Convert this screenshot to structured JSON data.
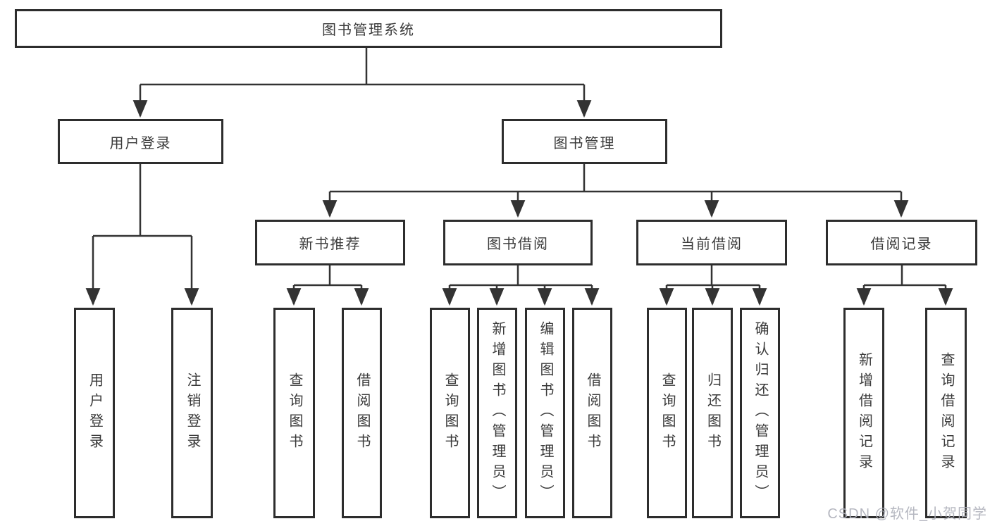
{
  "diagram": {
    "root": {
      "label": "图书管理系统"
    },
    "user_login": {
      "label": "用户登录",
      "leaves": [
        {
          "label": "用户登录"
        },
        {
          "label": "注销登录"
        }
      ]
    },
    "book_management": {
      "label": "图书管理",
      "children": [
        {
          "label": "新书推荐",
          "leaves": [
            {
              "label": "查询图书"
            },
            {
              "label": "借阅图书"
            }
          ]
        },
        {
          "label": "图书借阅",
          "leaves": [
            {
              "label": "查询图书"
            },
            {
              "label": "新增图书（管理员）"
            },
            {
              "label": "编辑图书（管理员）"
            },
            {
              "label": "借阅图书"
            }
          ]
        },
        {
          "label": "当前借阅",
          "leaves": [
            {
              "label": "查询图书"
            },
            {
              "label": "归还图书"
            },
            {
              "label": "确认归还（管理员）"
            }
          ]
        },
        {
          "label": "借阅记录",
          "leaves": [
            {
              "label": "新增借阅记录"
            },
            {
              "label": "查询借阅记录"
            }
          ]
        }
      ]
    }
  },
  "watermark": {
    "text": "CSDN @软件_小贺同学"
  },
  "colors": {
    "line": "#333333",
    "box_border": "#2d2d2d",
    "text": "#3a3a3a",
    "watermark": "#aeb0ba",
    "background": "#ffffff"
  }
}
